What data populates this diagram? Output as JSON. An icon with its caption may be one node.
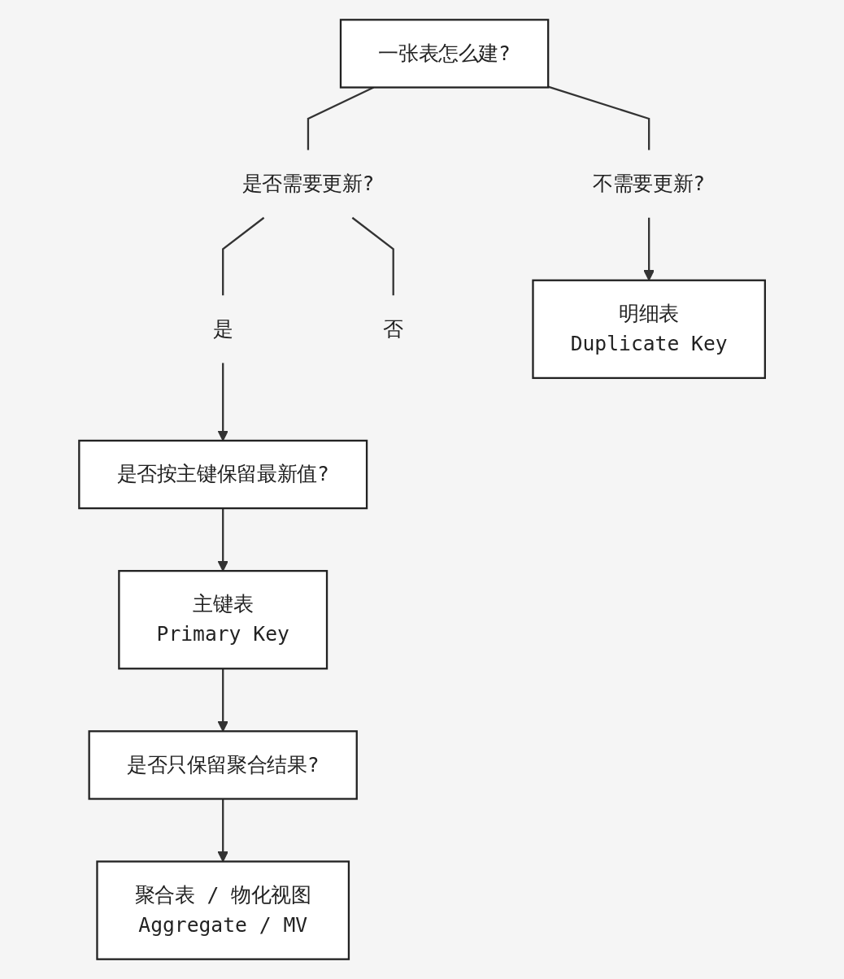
{
  "diagram": {
    "nodes": [
      {
        "text": [
          "一张表怎么建?"
        ]
      },
      {
        "text": [
          "是否需要更新?"
        ]
      },
      {
        "text": [
          "不需要更新?"
        ]
      },
      {
        "text": [
          "是"
        ]
      },
      {
        "text": [
          "否"
        ]
      },
      {
        "text": [
          "是否按主键保留最新值?"
        ]
      },
      {
        "text": [
          "主键表",
          "Primary Key"
        ]
      },
      {
        "text": [
          "是否只保留聚合结果?"
        ]
      },
      {
        "text": [
          "聚合表 / 物化视图",
          "Aggregate / MV"
        ]
      },
      {
        "text": [
          "明细表",
          "Duplicate Key"
        ]
      }
    ],
    "edges": [
      {
        "from": 0,
        "to": 1,
        "arrow": "none"
      },
      {
        "from": 0,
        "to": 2,
        "arrow": "none"
      },
      {
        "from": 1,
        "to": 3,
        "arrow": "none"
      },
      {
        "from": 1,
        "to": 4,
        "arrow": "none"
      },
      {
        "from": 3,
        "to": 5,
        "arrow": "to"
      },
      {
        "from": 5,
        "to": 6,
        "arrow": "to"
      },
      {
        "from": 6,
        "to": 7,
        "arrow": "to"
      },
      {
        "from": 7,
        "to": 8,
        "arrow": "to"
      },
      {
        "from": 2,
        "to": 9,
        "arrow": "to"
      }
    ]
  }
}
